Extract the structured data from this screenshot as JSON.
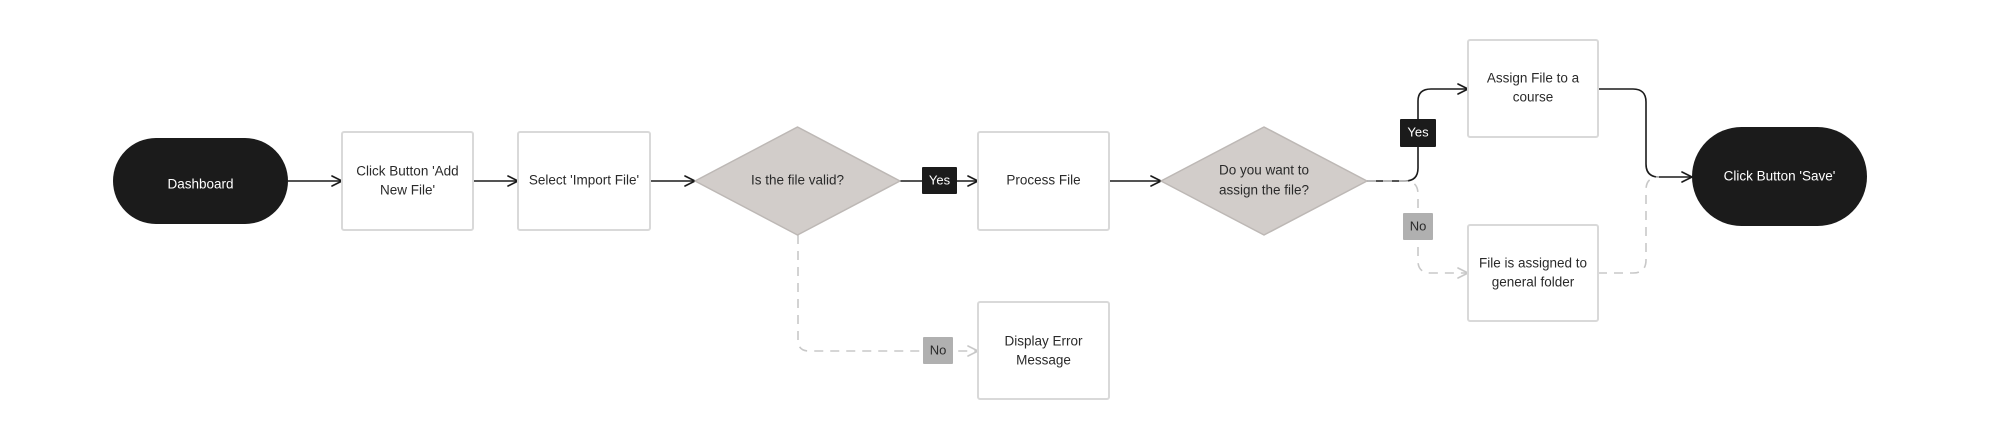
{
  "colors": {
    "terminal_fill": "#1b1b1b",
    "terminal_text": "#ffffff",
    "process_fill": "#ffffff",
    "process_stroke": "#d9d9d9",
    "decision_fill": "#d2cdca",
    "decision_stroke": "#bdb8b5",
    "edge_solid": "#1b1b1b",
    "edge_dashed": "#c8c8c8",
    "yes_fill": "#1b1b1b",
    "yes_text": "#ffffff",
    "no_fill": "#b0b0b0",
    "no_text": "#2a2a2a"
  },
  "nodes": {
    "dashboard": {
      "lines": [
        "Dashboard"
      ],
      "shape": "terminal"
    },
    "click_add": {
      "lines": [
        "Click Button 'Add",
        "New File'"
      ],
      "shape": "process"
    },
    "select_import": {
      "lines": [
        "Select 'Import File'"
      ],
      "shape": "process"
    },
    "is_valid": {
      "lines": [
        "Is the file valid?"
      ],
      "shape": "decision"
    },
    "process_file": {
      "lines": [
        "Process File"
      ],
      "shape": "process"
    },
    "display_error": {
      "lines": [
        "Display Error",
        "Message"
      ],
      "shape": "process"
    },
    "want_assign": {
      "lines": [
        "Do you want to",
        "assign the file?"
      ],
      "shape": "decision"
    },
    "assign_course": {
      "lines": [
        "Assign File to a",
        "course"
      ],
      "shape": "process"
    },
    "general_folder": {
      "lines": [
        "File is assigned to",
        "general folder"
      ],
      "shape": "process"
    },
    "click_save": {
      "lines": [
        "Click Button 'Save'"
      ],
      "shape": "terminal"
    }
  },
  "edge_labels": {
    "valid_yes": "Yes",
    "valid_no": "No",
    "assign_yes": "Yes",
    "assign_no": "No"
  }
}
